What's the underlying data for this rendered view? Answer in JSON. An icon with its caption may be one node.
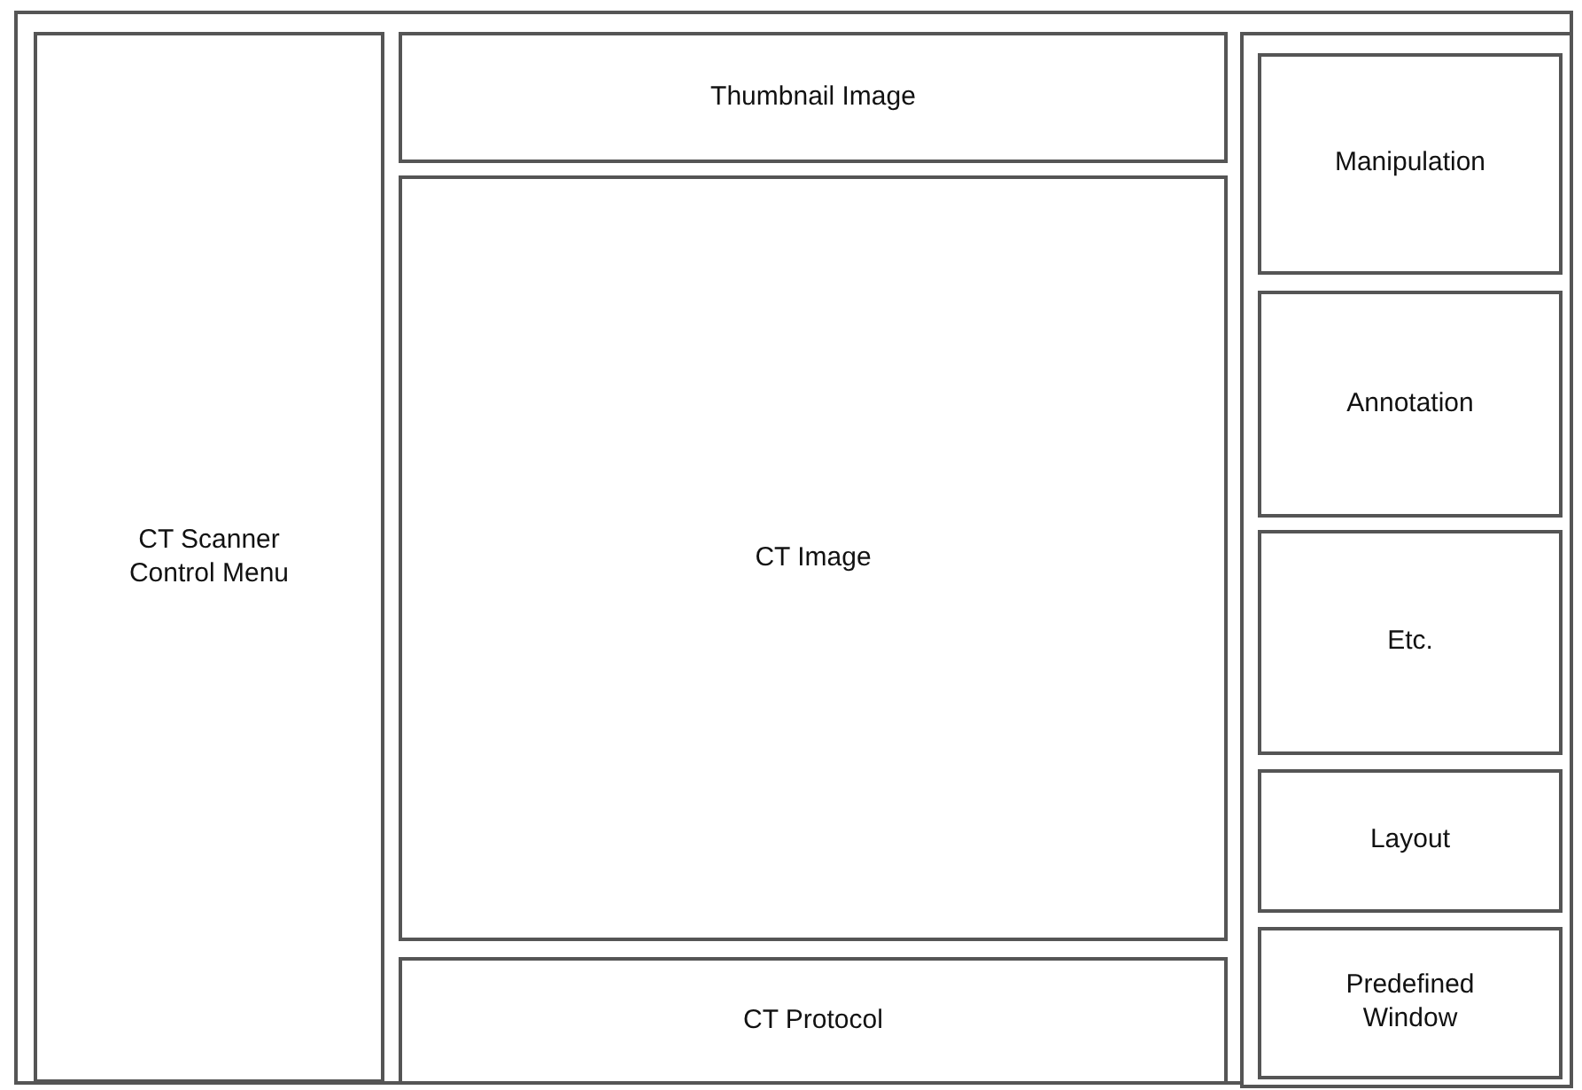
{
  "diagram": {
    "nodes": [
      {
        "text": [],
        "shape": "box"
      },
      {
        "text": [
          "CT Scanner Control Menu"
        ],
        "in": 0
      },
      {
        "text": [
          "Thumbnail Image"
        ],
        "in": 0
      },
      {
        "text": [
          "CT Image"
        ],
        "in": 0
      },
      {
        "text": [
          "CT Protocol"
        ],
        "in": 0
      },
      {
        "text": [],
        "shape": "box",
        "in": 0
      },
      {
        "text": [
          "Manipulation"
        ],
        "in": 5
      },
      {
        "text": [
          "Annotation"
        ],
        "in": 5
      },
      {
        "text": [
          "Etc."
        ],
        "in": 5
      },
      {
        "text": [
          "Layout"
        ],
        "in": 5
      },
      {
        "text": [
          "Predefined Window"
        ],
        "in": 5
      }
    ]
  }
}
